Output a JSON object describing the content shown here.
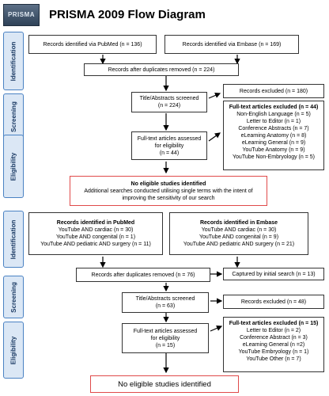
{
  "header": {
    "logo_text": "PRISMA",
    "title": "PRISMA 2009 Flow Diagram"
  },
  "tabs": {
    "identification_1": "Identification",
    "screening_1": "Screening",
    "eligibility_1": "Eligibility",
    "identification_2": "Identification",
    "screening_2": "Screening",
    "eligibility_2": "Eligibility"
  },
  "part1": {
    "pubmed": "Records identified via PubMed (n = 136)",
    "embase": "Records identified via Embase (n = 169)",
    "dedup": "Records after duplicates removed (n = 224)",
    "screened_line1": "Title/Abstracts screened",
    "screened_line2": "(n = 224)",
    "excluded": "Records excluded (n = 180)",
    "fulltext_line1": "Full-text articles assessed",
    "fulltext_line2": "for eligibility",
    "fulltext_line3": "(n = 44)",
    "ft_excluded_title": "Full-text articles excluded (n = 44)",
    "ft_excluded_items": [
      "Non-English Language (n = 5)",
      "Letter to Editor (n = 1)",
      "Conference Abstracts (n = 7)",
      "eLearning Anatomy (n = 8)",
      "eLearning General (n = 9)",
      "YouTube Anatomy (n = 9)",
      "YouTube Non-Embryology (n = 5)"
    ],
    "no_studies_title": "No eligible studies identified",
    "no_studies_text": "Additional searches conducted utilising single terms with the intent of improving the sensitivity of our search"
  },
  "part2": {
    "pubmed_title": "Records identified in PubMed",
    "pubmed_items": [
      "YouTube AND cardiac (n = 30)",
      "YouTube AND congenital (n = 1)",
      "YouTube AND pediatric AND surgery (n = 11)"
    ],
    "embase_title": "Records identified in Embase",
    "embase_items": [
      "YouTube AND cardiac (n = 30)",
      "YouTube AND congenital (n = 9)",
      "YouTube AND pediatric AND surgery (n = 21)"
    ],
    "dedup": "Records after duplicates removed (n = 76)",
    "captured": "Captured by initial search (n = 13)",
    "screened_line1": "Title/Abstracts screened",
    "screened_line2": "(n = 63)",
    "excluded": "Records excluded (n = 48)",
    "fulltext_line1": "Full-text articles assessed",
    "fulltext_line2": "for eligibility",
    "fulltext_line3": "(n = 15)",
    "ft_excluded_title": "Full-text articles excluded (n = 15)",
    "ft_excluded_items": [
      "Letter to Editor (n = 2)",
      "Conference Abstract (n = 3)",
      "eLearning General (n =2)",
      "YouTube Embryology (n = 1)",
      "YouTube Other (n = 7)"
    ],
    "no_studies": "No eligible studies identified"
  },
  "colors": {
    "tab_fill": "#dbe7f5",
    "tab_border": "#4a82c3",
    "highlight_border": "#e04a4a"
  }
}
